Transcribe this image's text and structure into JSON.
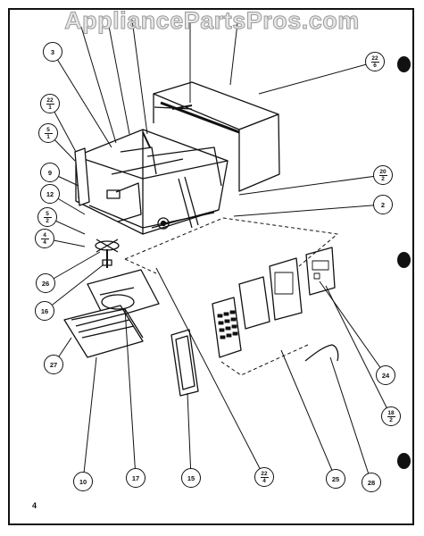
{
  "watermark": "AppliancePartsPros.com",
  "page_number": "4",
  "footer_text": "",
  "callouts": [
    {
      "id": "c3",
      "label": "3"
    },
    {
      "id": "c22a",
      "num": "22",
      "den": "1"
    },
    {
      "id": "c5a",
      "num": "5",
      "den": "1"
    },
    {
      "id": "c9",
      "label": "9"
    },
    {
      "id": "c12",
      "label": "12"
    },
    {
      "id": "c5b",
      "num": "5",
      "den": "2"
    },
    {
      "id": "c4",
      "num": "4",
      "den": "4"
    },
    {
      "id": "c26",
      "label": "26"
    },
    {
      "id": "c16",
      "label": "16"
    },
    {
      "id": "c27",
      "label": "27"
    },
    {
      "id": "c10",
      "label": "10"
    },
    {
      "id": "c17",
      "label": "17"
    },
    {
      "id": "c15",
      "label": "15"
    },
    {
      "id": "c22b",
      "num": "22",
      "den": "4"
    },
    {
      "id": "c25",
      "label": "25"
    },
    {
      "id": "c28",
      "label": "28"
    },
    {
      "id": "c18",
      "num": "18",
      "den": "2"
    },
    {
      "id": "c24",
      "label": "24"
    },
    {
      "id": "c2",
      "label": "2"
    },
    {
      "id": "c20",
      "num": "20",
      "den": "2"
    },
    {
      "id": "c22c",
      "num": "22",
      "den": "6"
    }
  ]
}
